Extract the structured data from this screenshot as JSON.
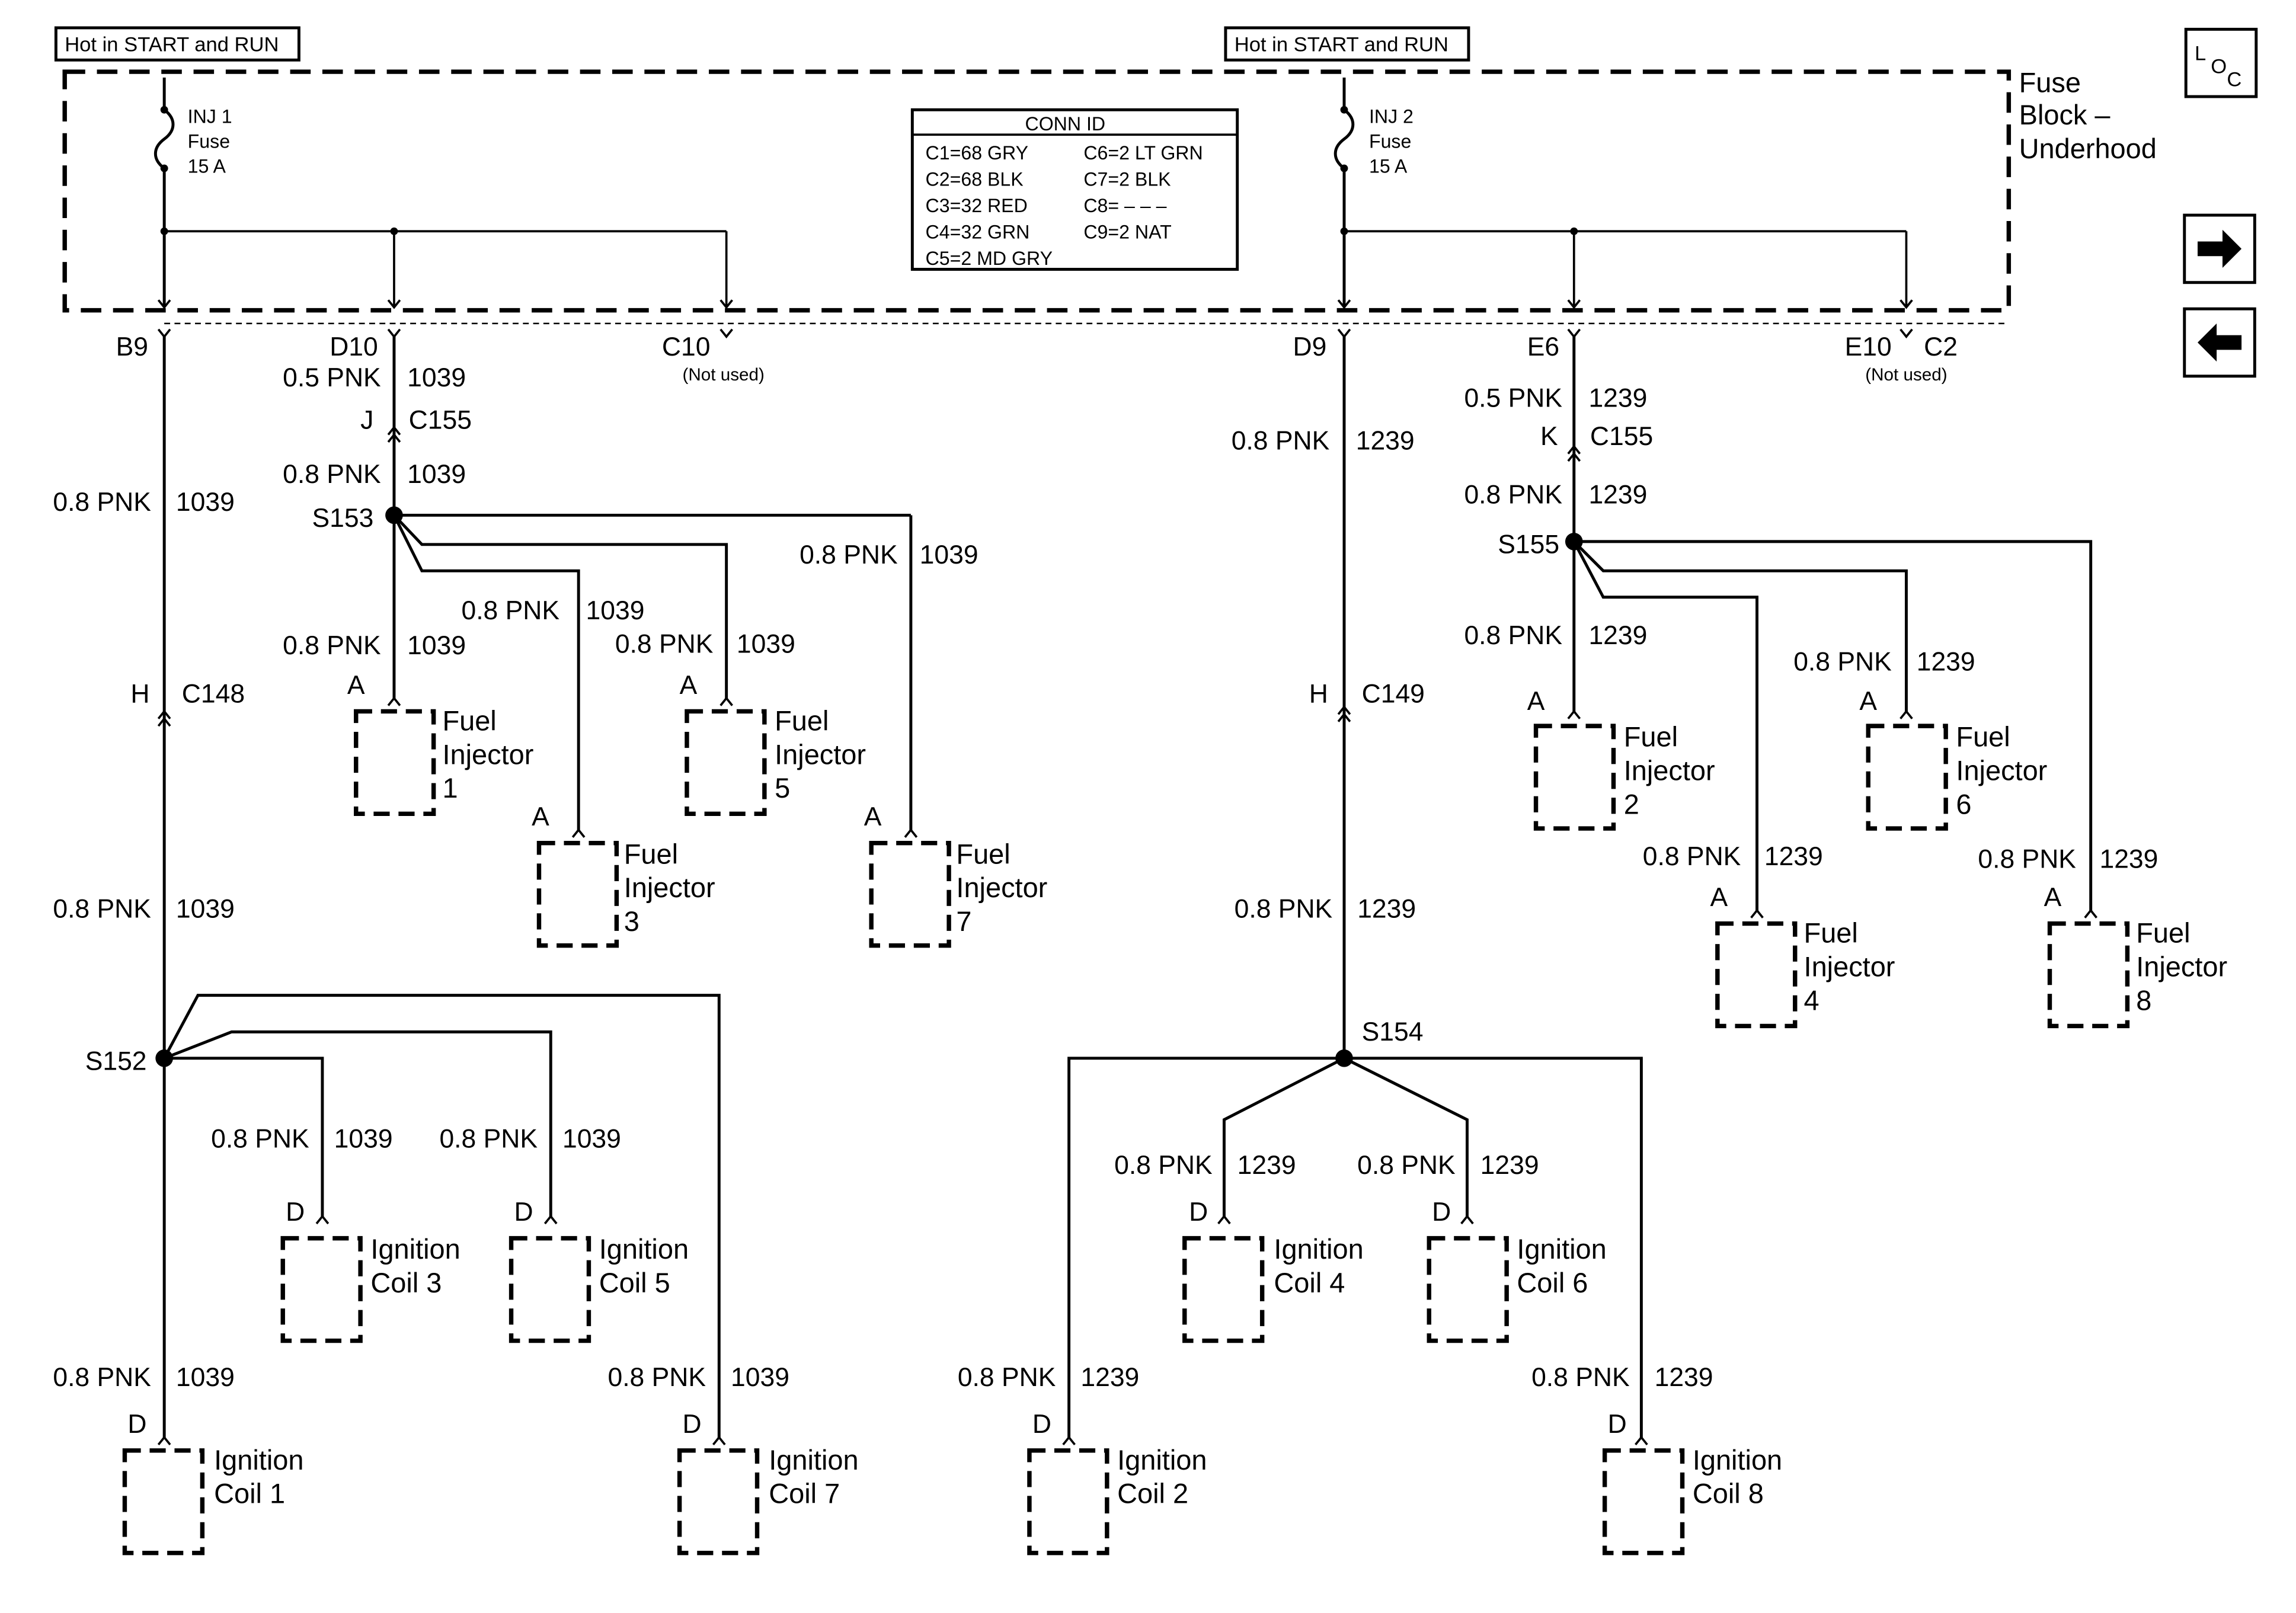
{
  "header": {
    "hot_left": "Hot in START and RUN",
    "hot_right": "Hot in START and RUN",
    "fuse_block": [
      "Fuse",
      "Block –",
      "Underhood"
    ]
  },
  "fuses": {
    "inj1": [
      "INJ 1",
      "Fuse",
      "15 A"
    ],
    "inj2": [
      "INJ 2",
      "Fuse",
      "15 A"
    ]
  },
  "conn_id": {
    "title": "CONN ID",
    "left": [
      "C1=68 GRY",
      "C2=68 BLK",
      "C3=32 RED",
      "C4=32 GRN",
      "C5=2 MD GRY"
    ],
    "right": [
      "C6=2 LT GRN",
      "C7=2 BLK",
      "C8= – – –",
      "C9=2 NAT"
    ]
  },
  "nav": {
    "loc": [
      "L",
      "O",
      "C"
    ],
    "next_icon": "arrow-right-icon",
    "prev_icon": "arrow-left-icon"
  },
  "terminals": {
    "b9": "B9",
    "d10": "D10",
    "c10": "C10",
    "c10_note": "(Not used)",
    "d9": "D9",
    "e6": "E6",
    "e10": "E10",
    "c2": "C2",
    "e10_note": "(Not used)"
  },
  "connectors": {
    "left_j": "J",
    "c155_left": "C155",
    "left_h": "H",
    "c148": "C148",
    "right_k": "K",
    "c155_right": "C155",
    "right_h": "H",
    "c149": "C149"
  },
  "splices": {
    "s152": "S152",
    "s153": "S153",
    "s154": "S154",
    "s155": "S155"
  },
  "wires": {
    "pnk05": "0.5 PNK",
    "pnk08": "0.8 PNK",
    "c1039": "1039",
    "c1239": "1239"
  },
  "pins": {
    "a": "A",
    "d": "D"
  },
  "components": {
    "fuel": "Fuel",
    "injector": "Injector",
    "ignition": "Ignition",
    "inj1": "1",
    "inj2": "2",
    "inj3": "3",
    "inj4": "4",
    "inj5": "5",
    "inj6": "6",
    "inj7": "7",
    "inj8": "8",
    "coil1": "Coil 1",
    "coil2": "Coil 2",
    "coil3": "Coil 3",
    "coil4": "Coil 4",
    "coil5": "Coil 5",
    "coil6": "Coil 6",
    "coil7": "Coil 7",
    "coil8": "Coil 8"
  }
}
